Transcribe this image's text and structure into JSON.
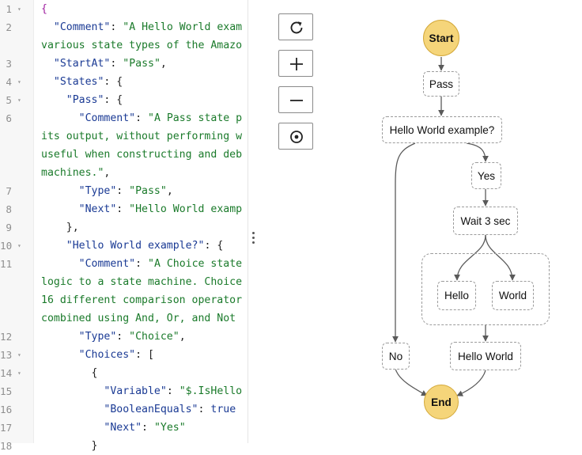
{
  "editor": {
    "lines": [
      {
        "num": "1",
        "fold": "▾",
        "tokens": [
          {
            "c": "brace",
            "t": "{"
          }
        ]
      },
      {
        "num": "2",
        "fold": "",
        "tokens": [
          {
            "c": "plain",
            "t": "  "
          },
          {
            "c": "key",
            "t": "\"Comment\""
          },
          {
            "c": "plain",
            "t": ": "
          },
          {
            "c": "str",
            "t": "\"A Hello World exam"
          }
        ]
      },
      {
        "num": "",
        "fold": "",
        "tokens": [
          {
            "c": "str",
            "t": "various state types of the Amazo"
          }
        ]
      },
      {
        "num": "3",
        "fold": "",
        "tokens": [
          {
            "c": "plain",
            "t": "  "
          },
          {
            "c": "key",
            "t": "\"StartAt\""
          },
          {
            "c": "plain",
            "t": ": "
          },
          {
            "c": "str",
            "t": "\"Pass\""
          },
          {
            "c": "plain",
            "t": ","
          }
        ]
      },
      {
        "num": "4",
        "fold": "▾",
        "tokens": [
          {
            "c": "plain",
            "t": "  "
          },
          {
            "c": "key",
            "t": "\"States\""
          },
          {
            "c": "plain",
            "t": ": {"
          }
        ]
      },
      {
        "num": "5",
        "fold": "▾",
        "tokens": [
          {
            "c": "plain",
            "t": "    "
          },
          {
            "c": "key",
            "t": "\"Pass\""
          },
          {
            "c": "plain",
            "t": ": {"
          }
        ]
      },
      {
        "num": "6",
        "fold": "",
        "tokens": [
          {
            "c": "plain",
            "t": "      "
          },
          {
            "c": "key",
            "t": "\"Comment\""
          },
          {
            "c": "plain",
            "t": ": "
          },
          {
            "c": "str",
            "t": "\"A Pass state p"
          }
        ]
      },
      {
        "num": "",
        "fold": "",
        "tokens": [
          {
            "c": "str",
            "t": "its output, without performing w"
          }
        ]
      },
      {
        "num": "",
        "fold": "",
        "tokens": [
          {
            "c": "str",
            "t": "useful when constructing and deb"
          }
        ]
      },
      {
        "num": "",
        "fold": "",
        "tokens": [
          {
            "c": "str",
            "t": "machines.\""
          },
          {
            "c": "plain",
            "t": ","
          }
        ]
      },
      {
        "num": "7",
        "fold": "",
        "tokens": [
          {
            "c": "plain",
            "t": "      "
          },
          {
            "c": "key",
            "t": "\"Type\""
          },
          {
            "c": "plain",
            "t": ": "
          },
          {
            "c": "str",
            "t": "\"Pass\""
          },
          {
            "c": "plain",
            "t": ","
          }
        ]
      },
      {
        "num": "8",
        "fold": "",
        "tokens": [
          {
            "c": "plain",
            "t": "      "
          },
          {
            "c": "key",
            "t": "\"Next\""
          },
          {
            "c": "plain",
            "t": ": "
          },
          {
            "c": "str",
            "t": "\"Hello World examp"
          }
        ]
      },
      {
        "num": "9",
        "fold": "",
        "tokens": [
          {
            "c": "plain",
            "t": "    },"
          }
        ]
      },
      {
        "num": "10",
        "fold": "▾",
        "tokens": [
          {
            "c": "plain",
            "t": "    "
          },
          {
            "c": "key",
            "t": "\"Hello World example?\""
          },
          {
            "c": "plain",
            "t": ": {"
          }
        ]
      },
      {
        "num": "11",
        "fold": "",
        "tokens": [
          {
            "c": "plain",
            "t": "      "
          },
          {
            "c": "key",
            "t": "\"Comment\""
          },
          {
            "c": "plain",
            "t": ": "
          },
          {
            "c": "str",
            "t": "\"A Choice state"
          }
        ]
      },
      {
        "num": "",
        "fold": "",
        "tokens": [
          {
            "c": "str",
            "t": "logic to a state machine. Choice"
          }
        ]
      },
      {
        "num": "",
        "fold": "",
        "tokens": [
          {
            "c": "str",
            "t": "16 different comparison operator"
          }
        ]
      },
      {
        "num": "",
        "fold": "",
        "tokens": [
          {
            "c": "str",
            "t": "combined using And, Or, and Not"
          }
        ]
      },
      {
        "num": "12",
        "fold": "",
        "tokens": [
          {
            "c": "plain",
            "t": "      "
          },
          {
            "c": "key",
            "t": "\"Type\""
          },
          {
            "c": "plain",
            "t": ": "
          },
          {
            "c": "str",
            "t": "\"Choice\""
          },
          {
            "c": "plain",
            "t": ","
          }
        ]
      },
      {
        "num": "13",
        "fold": "▾",
        "tokens": [
          {
            "c": "plain",
            "t": "      "
          },
          {
            "c": "key",
            "t": "\"Choices\""
          },
          {
            "c": "plain",
            "t": ": ["
          }
        ]
      },
      {
        "num": "14",
        "fold": "▾",
        "tokens": [
          {
            "c": "plain",
            "t": "        {"
          }
        ]
      },
      {
        "num": "15",
        "fold": "",
        "tokens": [
          {
            "c": "plain",
            "t": "          "
          },
          {
            "c": "key",
            "t": "\"Variable\""
          },
          {
            "c": "plain",
            "t": ": "
          },
          {
            "c": "str",
            "t": "\"$.IsHello"
          }
        ]
      },
      {
        "num": "16",
        "fold": "",
        "tokens": [
          {
            "c": "plain",
            "t": "          "
          },
          {
            "c": "key",
            "t": "\"BooleanEquals\""
          },
          {
            "c": "plain",
            "t": ": "
          },
          {
            "c": "bool",
            "t": "true"
          }
        ]
      },
      {
        "num": "17",
        "fold": "",
        "tokens": [
          {
            "c": "plain",
            "t": "          "
          },
          {
            "c": "key",
            "t": "\"Next\""
          },
          {
            "c": "plain",
            "t": ": "
          },
          {
            "c": "str",
            "t": "\"Yes\""
          }
        ]
      },
      {
        "num": "18",
        "fold": "",
        "tokens": [
          {
            "c": "plain",
            "t": "        }"
          }
        ]
      }
    ]
  },
  "toolbar": [
    {
      "name": "refresh-button",
      "icon": "refresh-icon"
    },
    {
      "name": "zoom-in-button",
      "icon": "plus-icon"
    },
    {
      "name": "zoom-out-button",
      "icon": "minus-icon"
    },
    {
      "name": "center-button",
      "icon": "target-icon"
    }
  ],
  "graph": {
    "start": "Start",
    "end": "End",
    "nodes": {
      "pass": "Pass",
      "choice": "Hello World example?",
      "yes": "Yes",
      "wait": "Wait 3 sec",
      "hello": "Hello",
      "world": "World",
      "no": "No",
      "hello_world": "Hello World"
    }
  },
  "colors": {
    "terminal_fill": "#f5d57a",
    "terminal_border": "#d4a93a",
    "edge": "#5a5a5a",
    "node_border": "#9b9b9b"
  }
}
